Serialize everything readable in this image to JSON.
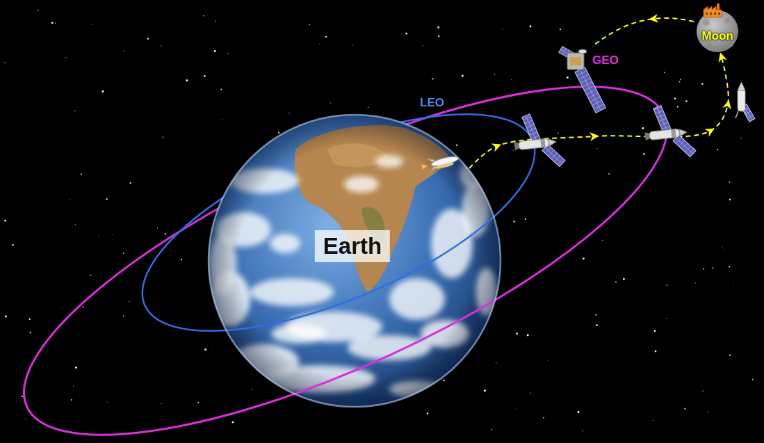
{
  "diagram": {
    "nodes": [
      {
        "text": [
          "Earth"
        ]
      },
      {
        "text": [
          "Moon"
        ]
      }
    ],
    "edges": [
      {
        "from": 0,
        "to": 1,
        "arrow": "to"
      }
    ],
    "labels": [
      "LEO",
      "GEO"
    ]
  }
}
